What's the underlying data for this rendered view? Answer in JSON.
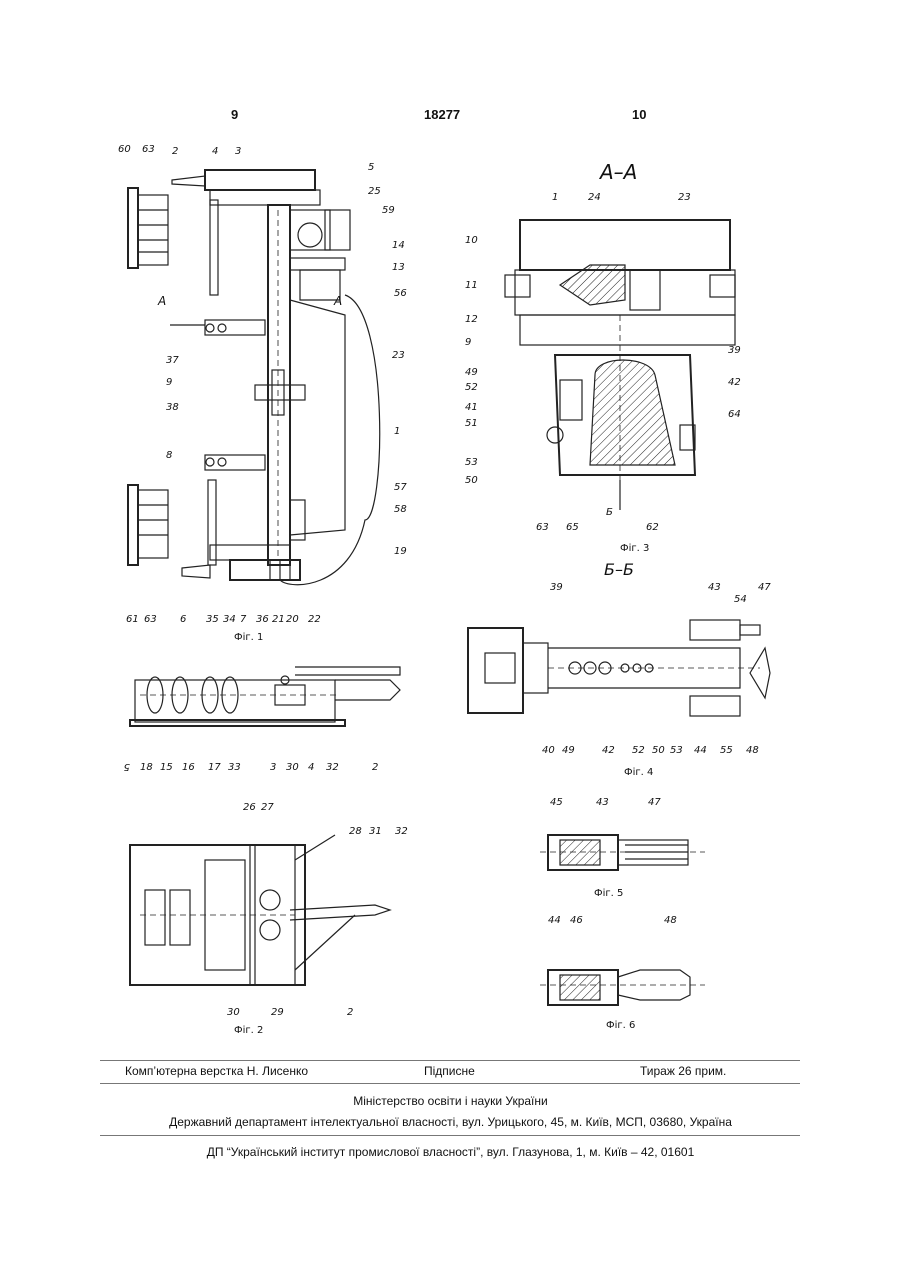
{
  "header": {
    "page_left": "9",
    "doc_number": "18277",
    "page_right": "10"
  },
  "figures": {
    "fig1": {
      "caption": "Фіг. 1",
      "labels": [
        "60",
        "63",
        "2",
        "4",
        "3",
        "5",
        "25",
        "59",
        "14",
        "13",
        "56",
        "A",
        "23",
        "37",
        "9",
        "1",
        "38",
        "8",
        "57",
        "58",
        "19",
        "61",
        "63",
        "6",
        "35",
        "34",
        "7",
        "36",
        "21",
        "20",
        "22",
        "A"
      ]
    },
    "fig2_top": {
      "caption": "",
      "labels": [
        "5",
        "18",
        "15",
        "16",
        "17",
        "33",
        "3",
        "30",
        "4",
        "32",
        "2"
      ]
    },
    "fig2": {
      "caption": "Фіг. 2",
      "labels": [
        "26",
        "27",
        "28",
        "31",
        "32",
        "30",
        "29",
        "2"
      ]
    },
    "fig3": {
      "title": "А–А",
      "caption": "Фіг. 3",
      "labels": [
        "1",
        "24",
        "23",
        "10",
        "11",
        "12",
        "9",
        "39",
        "49",
        "52",
        "41",
        "51",
        "53",
        "50",
        "42",
        "64",
        "63",
        "65",
        "Б",
        "62"
      ]
    },
    "fig4": {
      "title": "Б–Б",
      "caption": "Фіг. 4",
      "labels": [
        "39",
        "43",
        "54",
        "47",
        "40",
        "49",
        "42",
        "52",
        "50",
        "53",
        "44",
        "55",
        "48"
      ]
    },
    "fig5": {
      "caption": "Фіг. 5",
      "labels": [
        "45",
        "43",
        "47"
      ]
    },
    "fig6": {
      "caption": "Фіг. 6",
      "labels": [
        "44",
        "46",
        "48"
      ]
    }
  },
  "footer": {
    "typesetting": "Комп’ютерна верстка Н. Лисенко",
    "signed": "Підписне",
    "circulation": "Тираж 26 прим.",
    "ministry": "Міністерство освіти і науки України",
    "department": "Державний департамент інтелектуальної власності, вул. Урицького, 45, м. Київ, МСП, 03680, Україна",
    "institute": "ДП “Український інститут промислової власності”, вул. Глазунова, 1, м. Київ – 42, 01601"
  }
}
